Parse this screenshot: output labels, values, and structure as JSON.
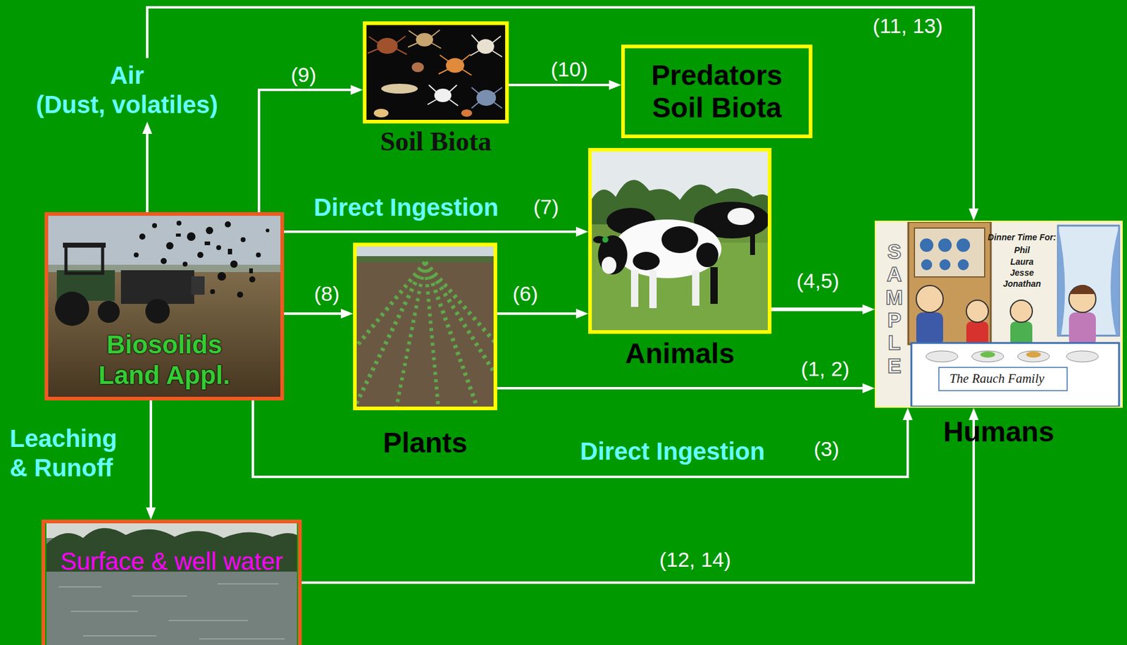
{
  "diagram": {
    "nodes": [
      {
        "text": [
          "Biosolids Land Appl."
        ]
      },
      {
        "text": [
          "Air",
          "(Dust, volatiles)"
        ]
      },
      {
        "text": [
          "Soil Biota"
        ]
      },
      {
        "text": [
          "Predators Soil Biota"
        ]
      },
      {
        "text": [
          "Animals"
        ]
      },
      {
        "text": [
          "Plants"
        ]
      },
      {
        "text": [
          "Humans"
        ]
      },
      {
        "text": [
          "Surface & well water"
        ]
      }
    ],
    "edges": [
      {
        "from": 0,
        "to": 1,
        "arrow": "to"
      },
      {
        "from": 1,
        "to": 6,
        "arrow": "to"
      },
      {
        "from": 0,
        "to": 2,
        "arrow": "to"
      },
      {
        "from": 2,
        "to": 3,
        "arrow": "to"
      },
      {
        "from": 0,
        "to": 4,
        "label": "Direct Ingestion",
        "arrow": "to"
      },
      {
        "from": 0,
        "to": 5,
        "arrow": "to"
      },
      {
        "from": 5,
        "to": 4,
        "arrow": "to"
      },
      {
        "from": 4,
        "to": 6,
        "arrow": "to"
      },
      {
        "from": 5,
        "to": 6,
        "arrow": "to"
      },
      {
        "from": 0,
        "to": 6,
        "label": "Direct Ingestion",
        "arrow": "to"
      },
      {
        "from": 0,
        "to": 7,
        "label": "Leaching & Runoff",
        "arrow": "to"
      },
      {
        "from": 7,
        "to": 6,
        "arrow": "to"
      }
    ],
    "labels": [
      "(11, 13)",
      "(9)",
      "(10)",
      "(7)",
      "(8)",
      "(6)",
      "(4,5)",
      "(1, 2)",
      "(3)",
      "(12, 14)",
      "SAMPLE",
      "Dinner Time For:",
      "Phil",
      "Laura",
      "Jesse",
      "Jonathan",
      "The Rauch Family"
    ]
  }
}
